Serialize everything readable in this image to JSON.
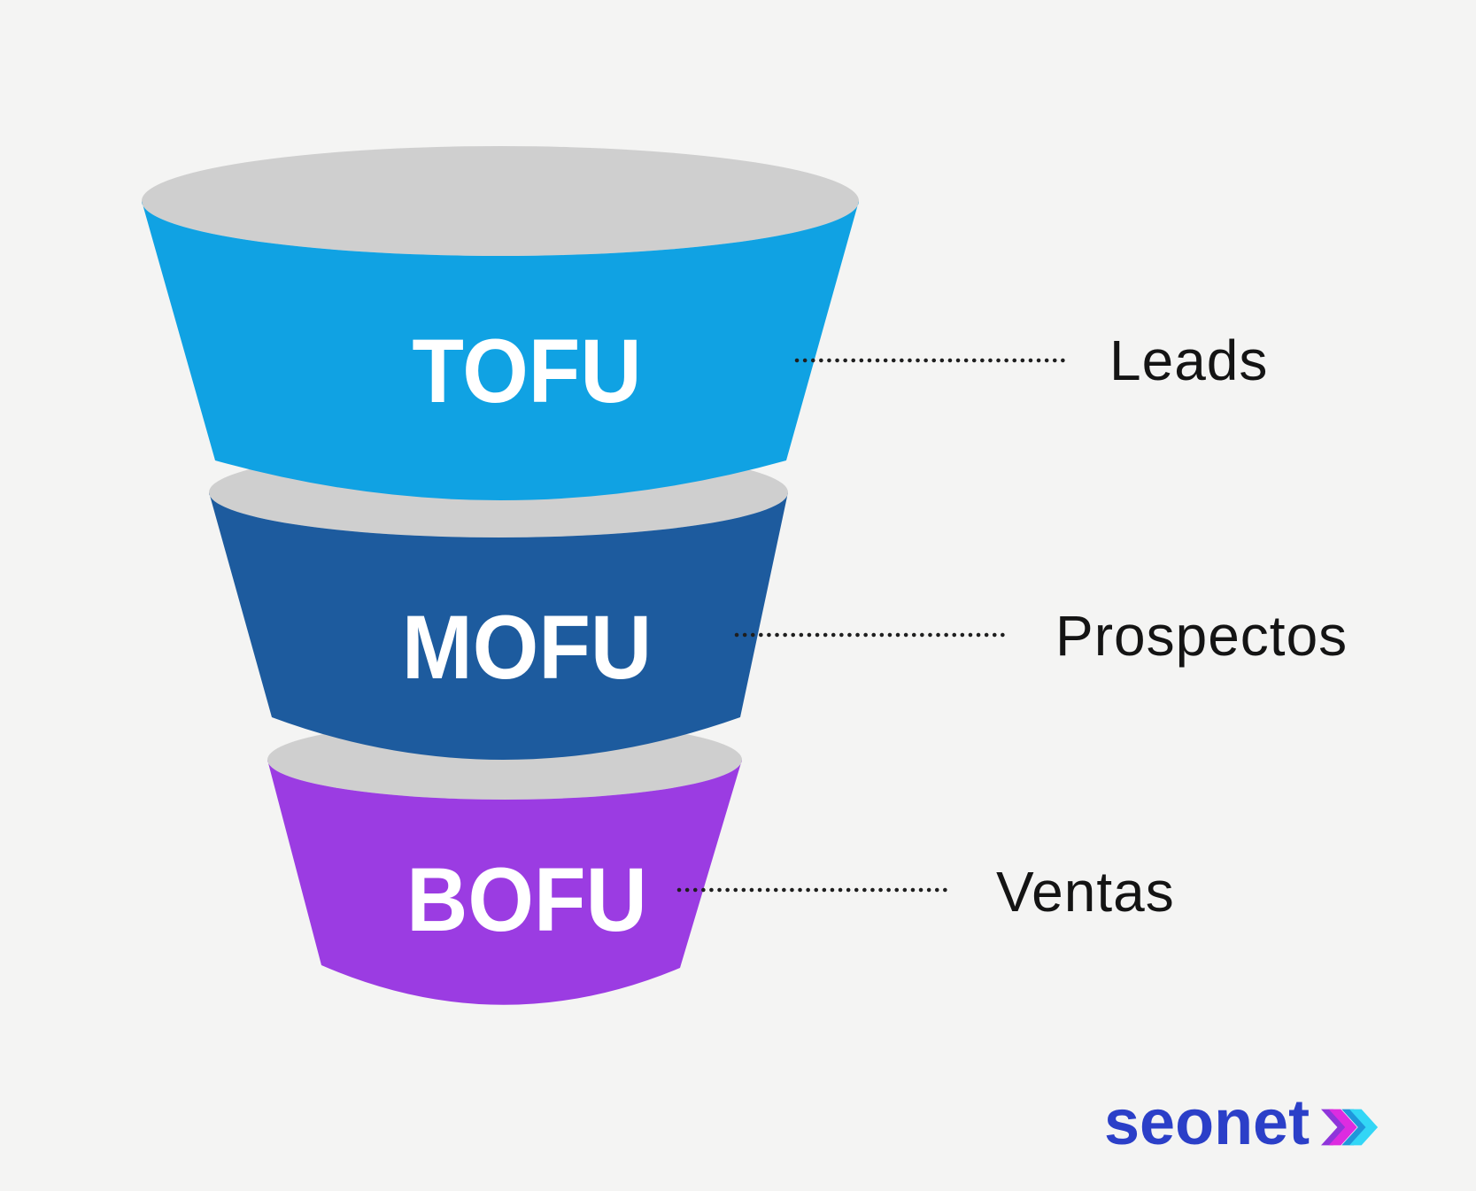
{
  "page": {
    "background_color": "#F4F4F3",
    "type": "marketing-funnel-infographic"
  },
  "funnel": {
    "rim_color": "#CFCFCF",
    "label_text_color": "#FFFFFF",
    "tiers": [
      {
        "label": "TOFU",
        "color": "#10A2E3",
        "annotation": "Leads"
      },
      {
        "label": "MOFU",
        "color": "#1D5B9E",
        "annotation": "Prospectos"
      },
      {
        "label": "BOFU",
        "color": "#9B3CE2",
        "annotation": "Ventas"
      }
    ]
  },
  "connectors": {
    "style": "dotted",
    "color": "#1F1F1F"
  },
  "annotation_text_color": "#141414",
  "logo": {
    "text": "seonet",
    "text_color": "#2B3FC8",
    "icon": "double-chevron-right-icon",
    "chevron_colors": {
      "back1": "#8F35DA",
      "front1": "#DD2CE0",
      "back2": "#1F96DB",
      "front2": "#33D6F6"
    }
  }
}
